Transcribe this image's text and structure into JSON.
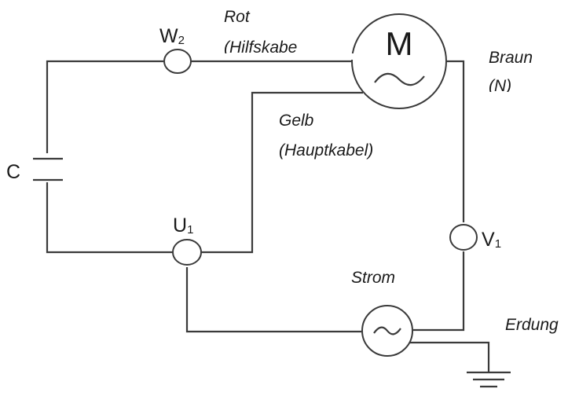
{
  "labels": {
    "w2": "W",
    "w2_sub": "2",
    "u1": "U",
    "u1_sub": "1",
    "v1": "V",
    "v1_sub": "1",
    "c": "C",
    "motor": "M",
    "rot": "Rot",
    "hilfskabel": "(Hilfskabe",
    "braun": "Braun",
    "n": "(N)",
    "gelb": "Gelb",
    "hauptkabel": "(Hauptkabel)",
    "strom": "Strom",
    "erdung": "Erdung"
  }
}
